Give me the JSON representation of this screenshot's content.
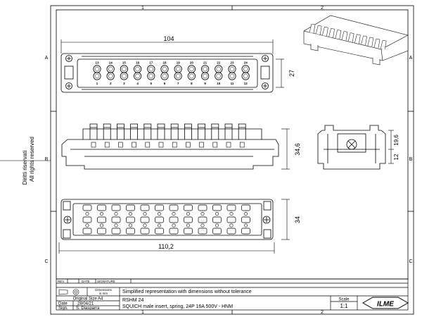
{
  "frame": {
    "col_labels": [
      "1",
      "2"
    ],
    "row_labels": [
      "A",
      "B",
      "C"
    ]
  },
  "side_note": {
    "reserved": "All rights reserved",
    "italian": "Diritti riservati"
  },
  "front_view": {
    "width_dim": "104",
    "height_dim": "27",
    "top_row_numbers": [
      "13",
      "14",
      "15",
      "16",
      "17",
      "18",
      "19",
      "20",
      "21",
      "22",
      "23",
      "24"
    ],
    "bottom_row_numbers": [
      "1",
      "2",
      "3",
      "4",
      "5",
      "6",
      "7",
      "8",
      "9",
      "10",
      "11",
      "12"
    ]
  },
  "side_view": {
    "height_dim": "34,6",
    "right_dim_1": "19,6",
    "right_dim_2": "12"
  },
  "bottom_view": {
    "height_dim": "34",
    "width_dim": "110,2"
  },
  "title_block": {
    "rev_headers": [
      "REV.",
      "DATE",
      "SIGNATURE"
    ],
    "dimensions_label": "Dimensions",
    "dimensions_unit": "in mm",
    "note": "Simplified representation with dimensions without tolerance",
    "original_size": "Original Size A4",
    "date_label": "Date",
    "date_value": "28/04/21",
    "sign_label": "Sign.",
    "sign_value": "S. Diasparra",
    "part_code": "RSHM 24",
    "description": "SQUICH male insert, spring, 24P 16A 500V - HNM",
    "scale_label": "Scale",
    "scale_value": "1:1",
    "logo_text": "ILME"
  }
}
